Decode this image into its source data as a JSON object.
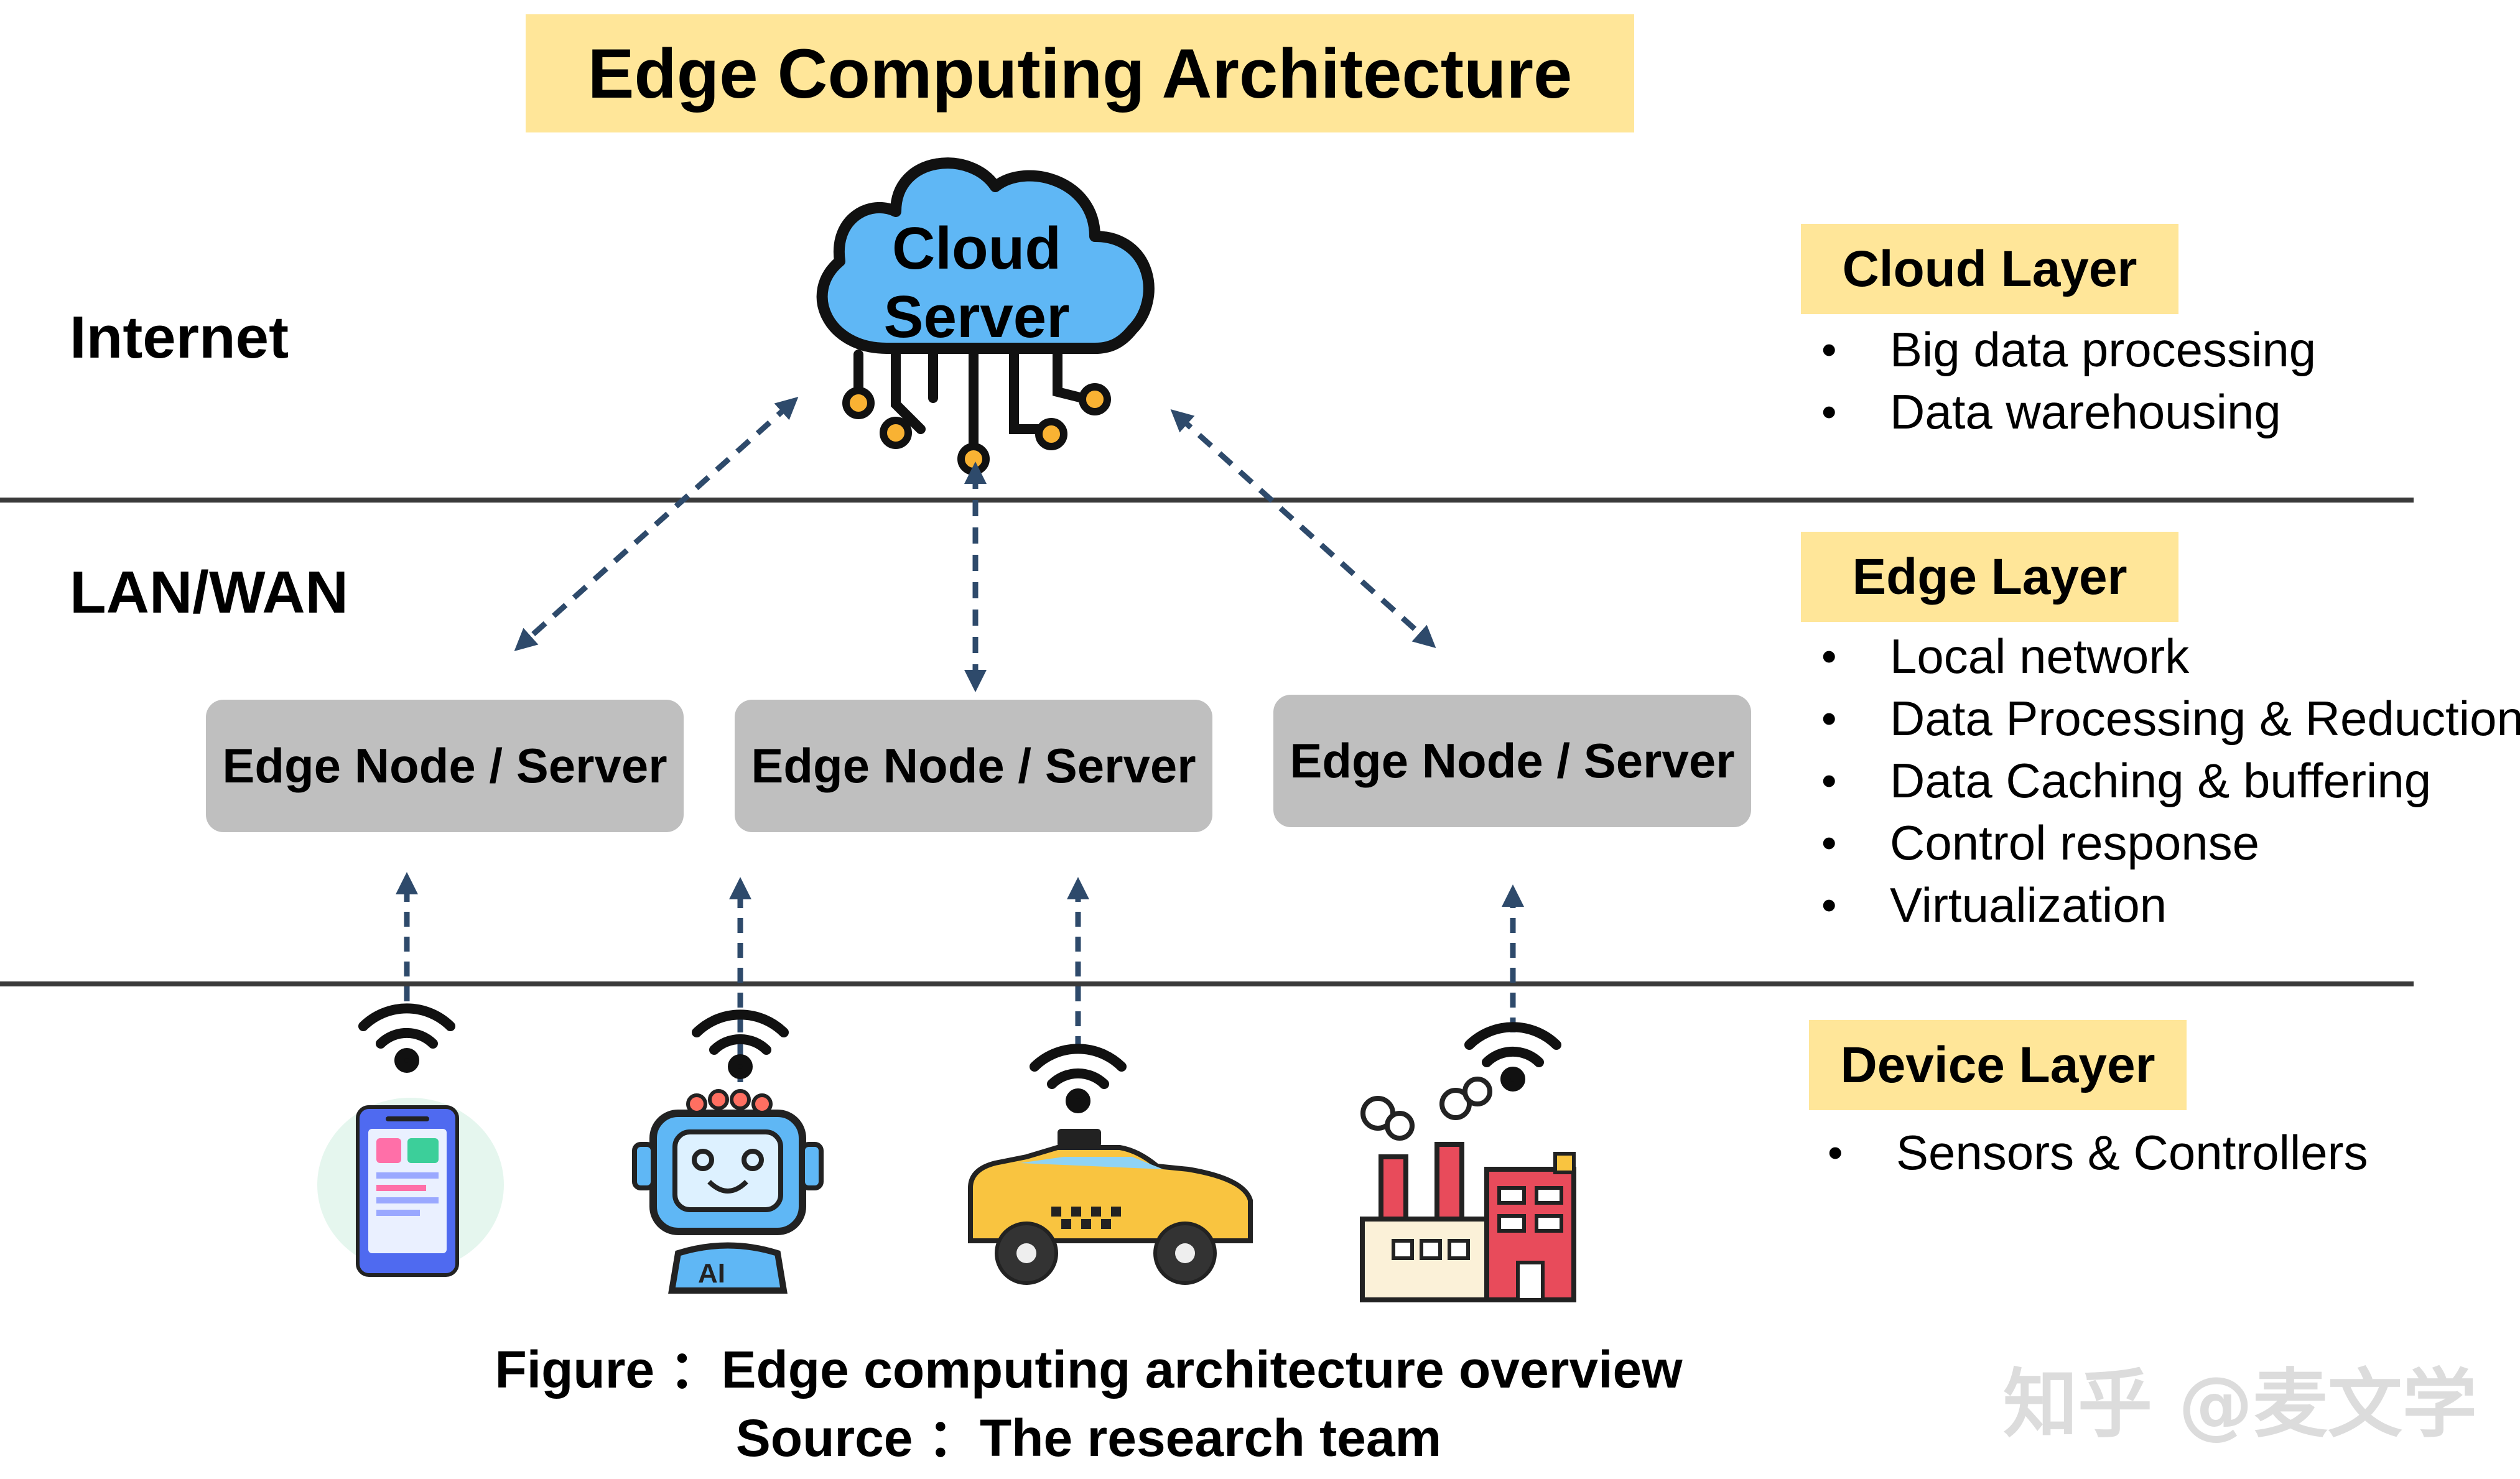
{
  "title": "Edge Computing Architecture",
  "zones": {
    "internet": "Internet",
    "lan_wan": "LAN/WAN"
  },
  "cloud": {
    "line1": "Cloud",
    "line2": "Server"
  },
  "edge_nodes": [
    {
      "label": "Edge Node / Server"
    },
    {
      "label": "Edge Node / Server"
    },
    {
      "label": "Edge Node / Server"
    }
  ],
  "devices": [
    {
      "icon": "smartphone-icon"
    },
    {
      "icon": "ai-robot-icon",
      "badge": "AI"
    },
    {
      "icon": "taxi-icon"
    },
    {
      "icon": "factory-icon"
    }
  ],
  "layers": {
    "cloud": {
      "heading": "Cloud Layer",
      "items": [
        "Big data processing",
        "Data warehousing"
      ]
    },
    "edge": {
      "heading": "Edge Layer",
      "items": [
        "Local network",
        "Data Processing & Reduction",
        "Data Caching & buffering",
        "Control response",
        "Virtualization"
      ]
    },
    "device": {
      "heading": "Device Layer",
      "items": [
        "Sensors & Controllers"
      ]
    }
  },
  "caption": {
    "figure": "Figure ：Edge computing architecture overview",
    "source": "Source ：The research team"
  },
  "watermark": "知乎 @麦文学",
  "colors": {
    "highlight": "#FFE699",
    "node_fill": "#BFBFBF",
    "cloud_fill": "#5FB7F5",
    "arrow": "#2E4A6B",
    "divider": "#3a3a3a"
  }
}
